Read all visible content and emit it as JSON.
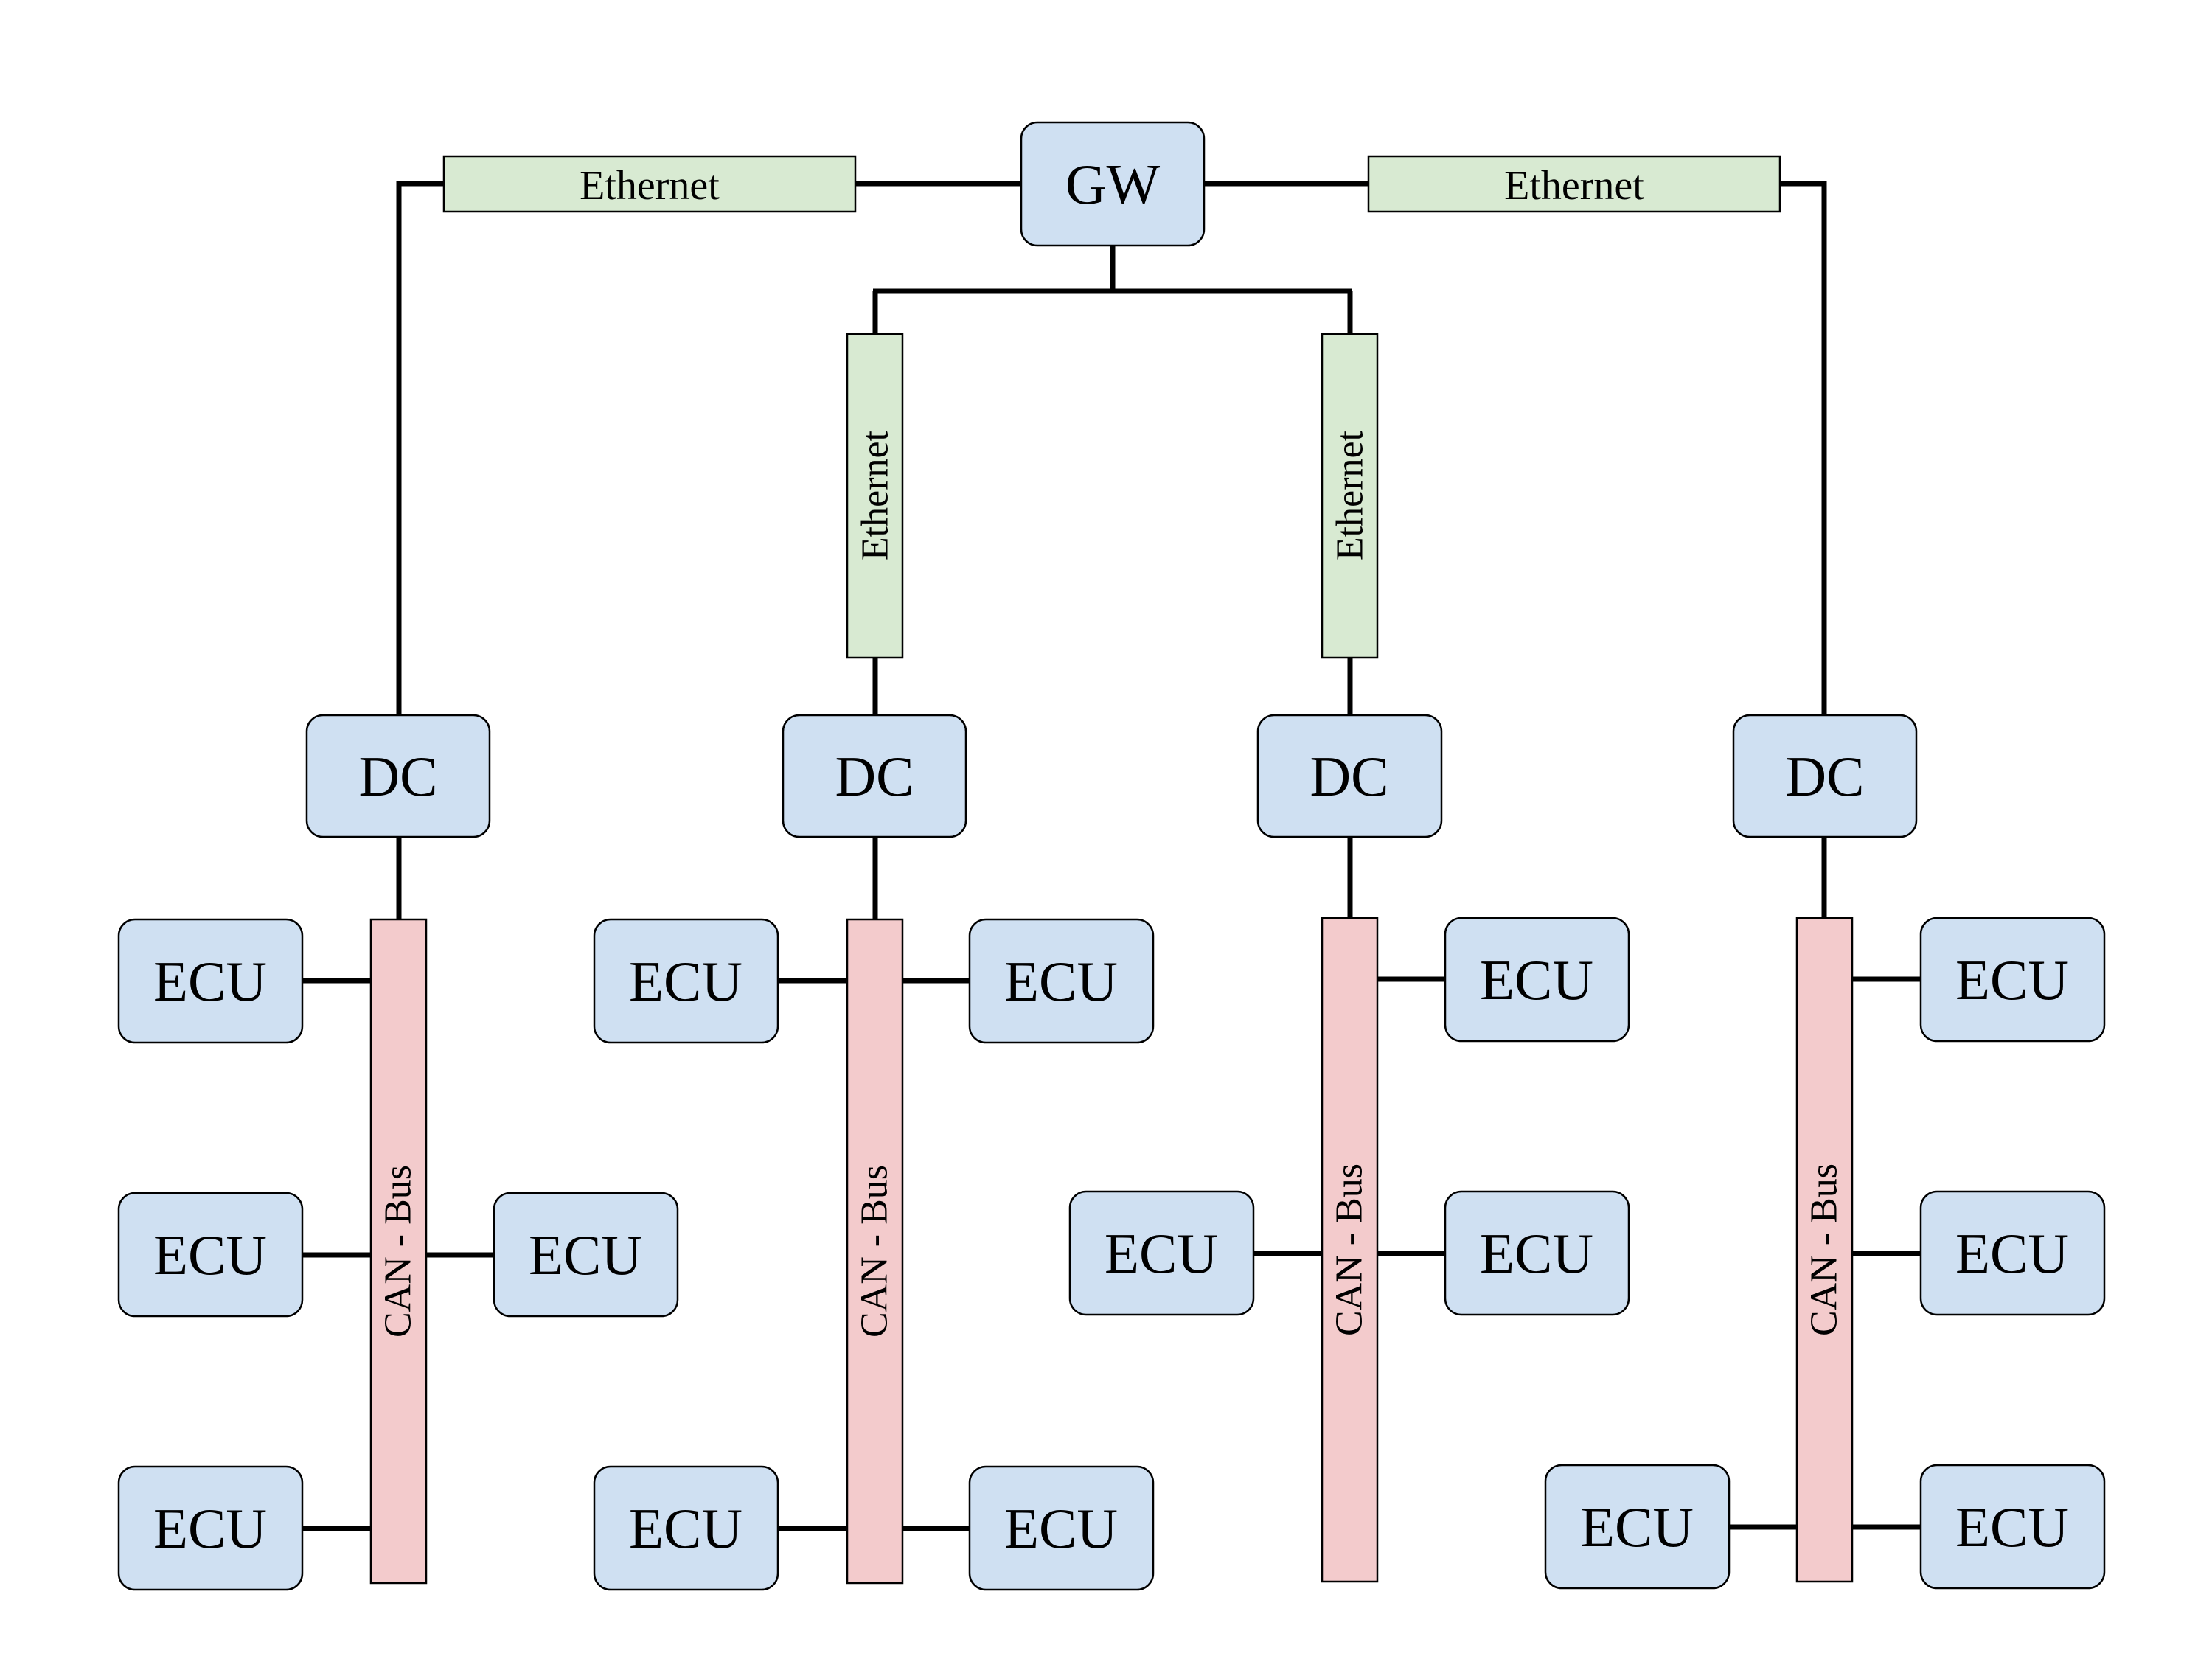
{
  "colors": {
    "node_fill": "#cfe0f2",
    "ethernet_fill": "#d8ead2",
    "can_fill": "#f3cbcc",
    "line": "#000000"
  },
  "gateway": {
    "label": "GW"
  },
  "links": {
    "top_left": "Ethernet",
    "top_right": "Ethernet",
    "mid_left": "Ethernet",
    "mid_right": "Ethernet"
  },
  "domains": [
    {
      "label": "DC",
      "bus": "CAN - Bus",
      "ecus": [
        "ECU",
        "ECU",
        "ECU",
        "ECU"
      ]
    },
    {
      "label": "DC",
      "bus": "CAN - Bus",
      "ecus": [
        "ECU",
        "ECU",
        "ECU",
        "ECU"
      ]
    },
    {
      "label": "DC",
      "bus": "CAN - Bus",
      "ecus": [
        "ECU",
        "ECU",
        "ECU"
      ]
    },
    {
      "label": "DC",
      "bus": "CAN - Bus",
      "ecus": [
        "ECU",
        "ECU",
        "ECU",
        "ECU"
      ]
    }
  ]
}
